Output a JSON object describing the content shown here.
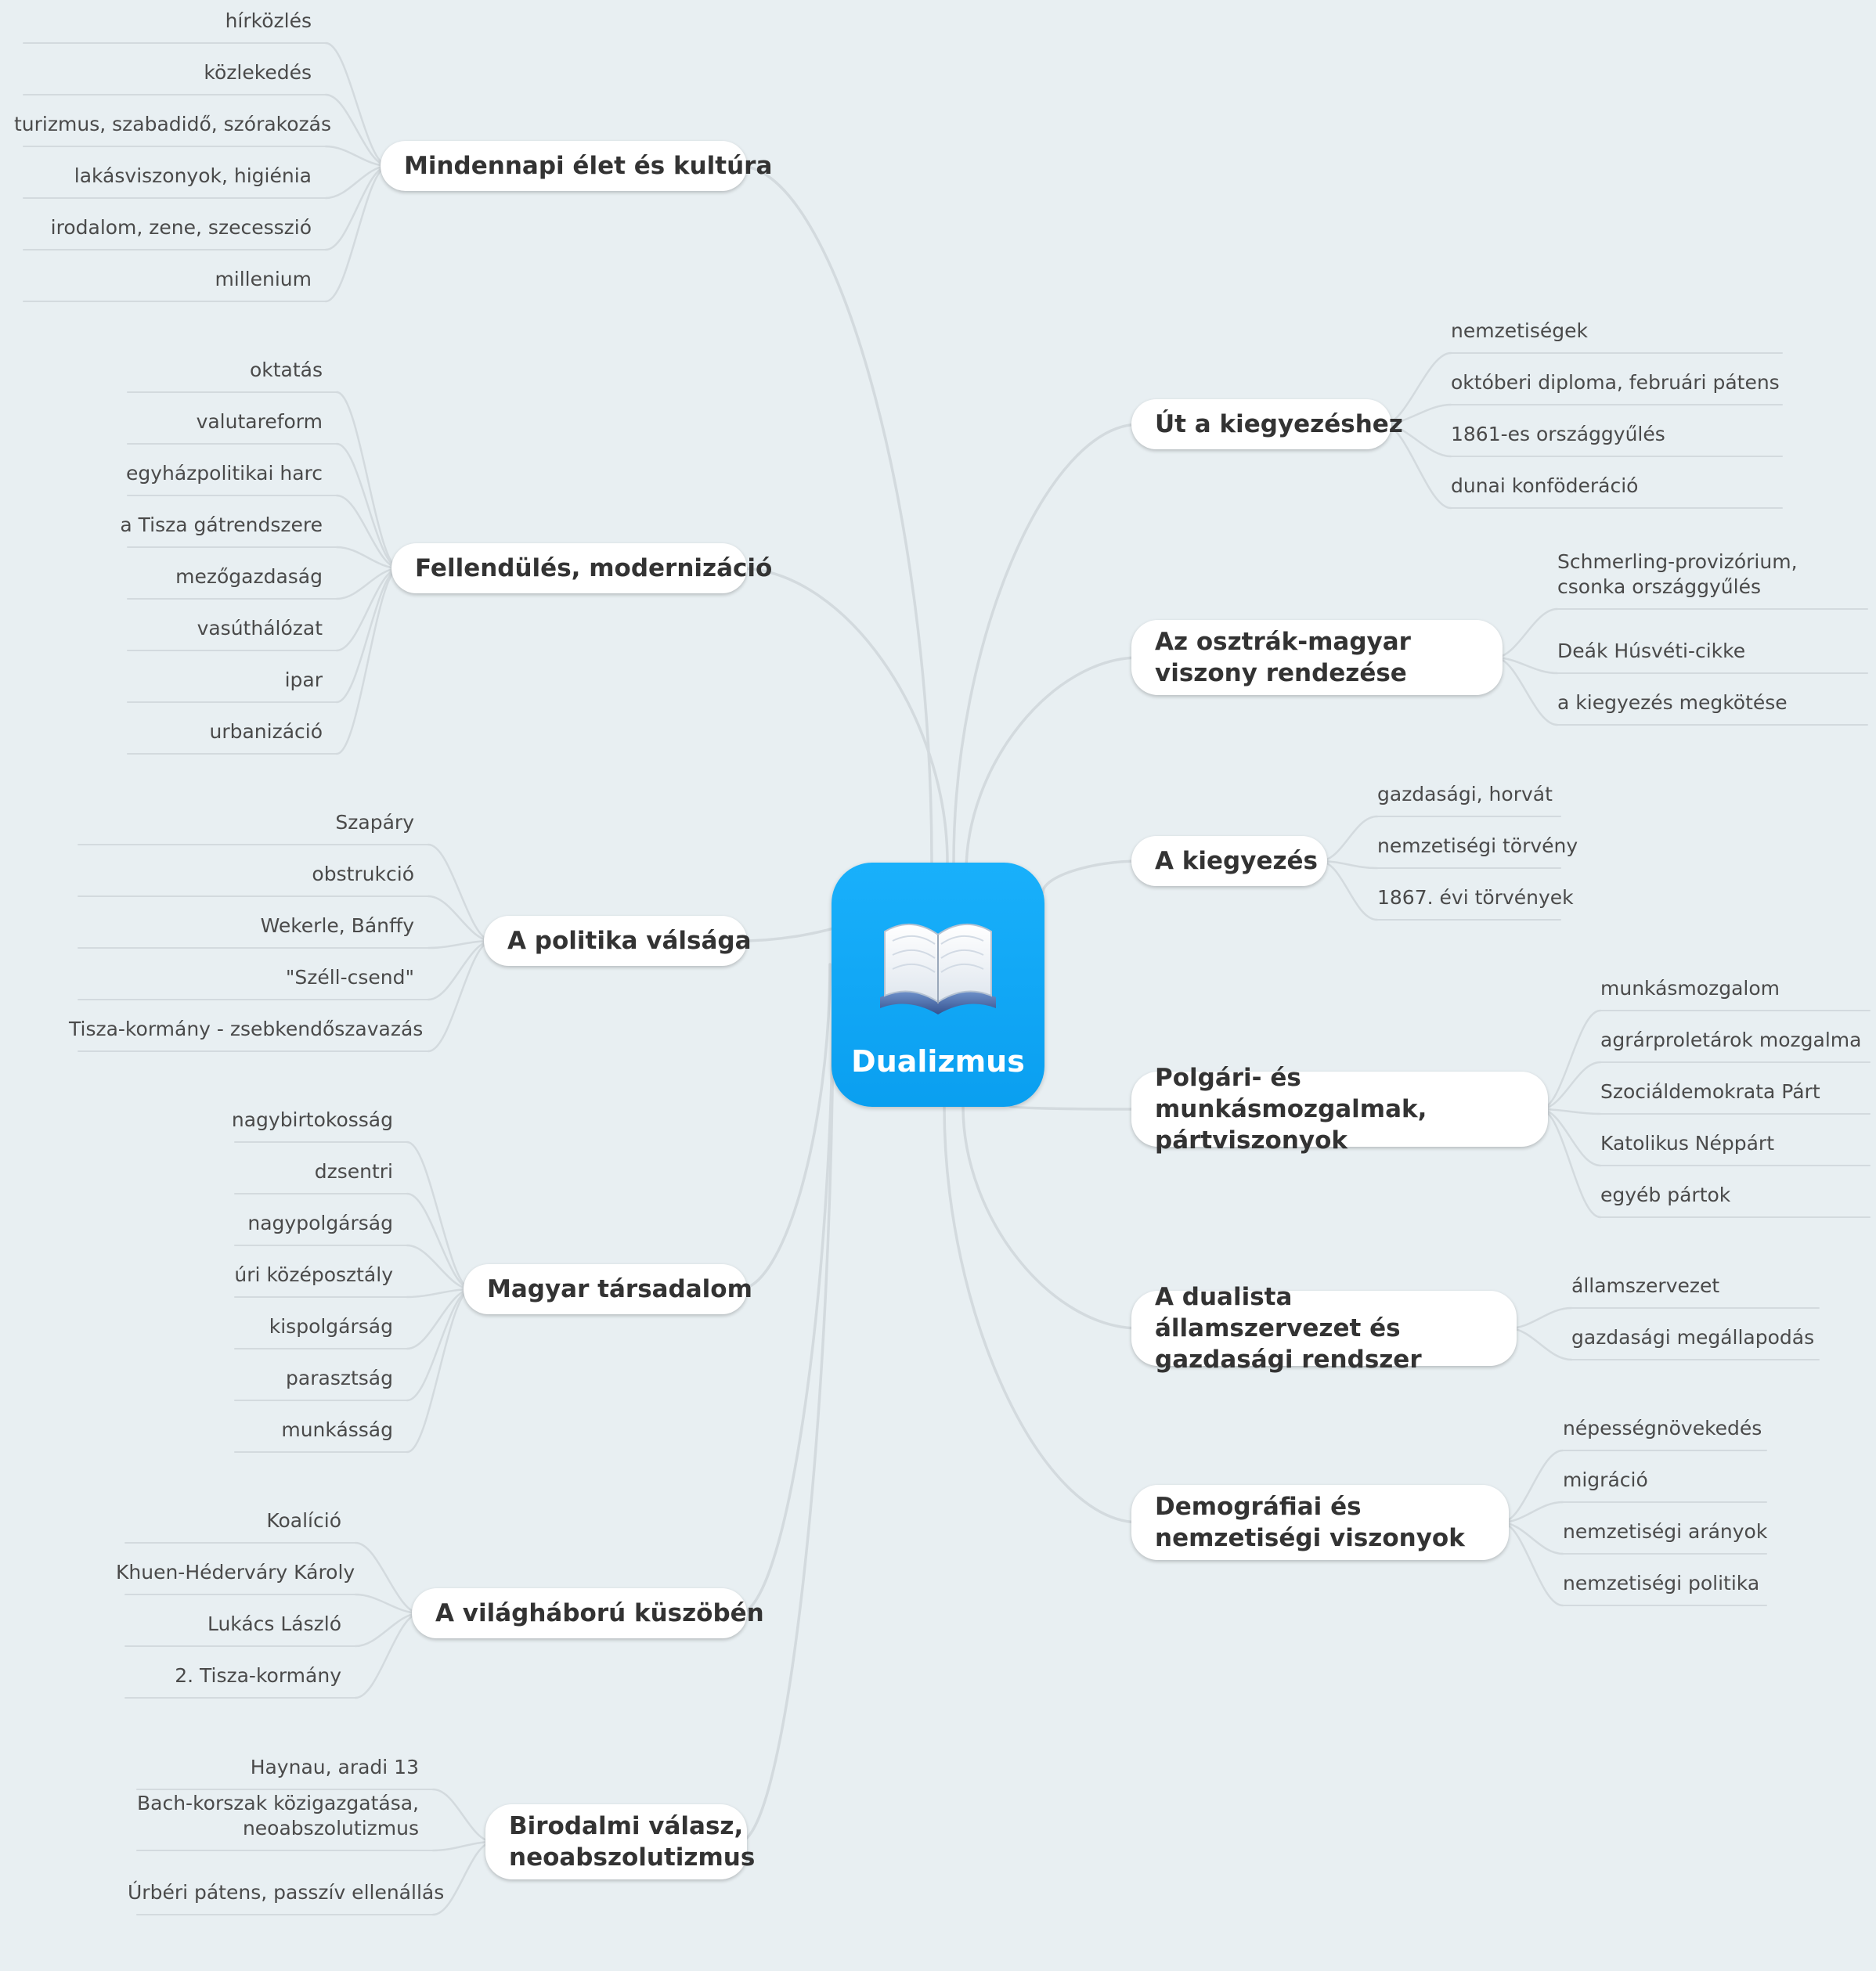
{
  "root": {
    "title": "Dualizmus",
    "icon": "book-icon"
  },
  "colors": {
    "background": "#e8eff2",
    "central": "#0aa6f5",
    "connector": "#d3dade"
  },
  "branches": [
    {
      "label": "Mindennapi élet és kultúra",
      "children": [
        "hírközlés",
        "közlekedés",
        "turizmus, szabadidő, szórakozás",
        "lakásviszonyok, higiénia",
        "irodalom, zene, szecesszió",
        "millenium"
      ]
    },
    {
      "label": "Fellendülés, modernizáció",
      "children": [
        "oktatás",
        "valutareform",
        "egyházpolitikai harc",
        "a Tisza gátrendszere",
        "mezőgazdaság",
        "vasúthálózat",
        "ipar",
        "urbanizáció"
      ]
    },
    {
      "label": "A politika válsága",
      "children": [
        "Szapáry",
        "obstrukció",
        "Wekerle, Bánffy",
        "\"Széll-csend\"",
        "Tisza-kormány - zsebkendőszavazás"
      ]
    },
    {
      "label": "Magyar társadalom",
      "children": [
        "nagybirtokosság",
        "dzsentri",
        "nagypolgárság",
        "úri középosztály",
        "kispolgárság",
        "parasztság",
        "munkásság"
      ]
    },
    {
      "label": "A világháború küszöbén",
      "children": [
        "Koalíció",
        "Khuen-Héderváry Károly",
        "Lukács László",
        "2. Tisza-kormány"
      ]
    },
    {
      "label": "Birodalmi válasz, neoabszolutizmus",
      "children": [
        "Haynau, aradi 13",
        "Bach-korszak közigazgatása, neoabszolutizmus",
        "Úrbéri pátens, passzív ellenállás"
      ]
    },
    {
      "label": "Út a kiegyezéshez",
      "children": [
        "nemzetiségek",
        "októberi diploma, februári pátens",
        "1861-es országgyűlés",
        "dunai konföderáció"
      ]
    },
    {
      "label": "Az osztrák-magyar viszony rendezése",
      "children": [
        "Schmerling-provizórium, csonka országgyűlés",
        "Deák Húsvéti-cikke",
        "a kiegyezés megkötése"
      ]
    },
    {
      "label": "A kiegyezés",
      "children": [
        "gazdasági, horvát",
        "nemzetiségi törvény",
        "1867. évi törvények"
      ]
    },
    {
      "label": "Polgári- és munkásmozgalmak, pártviszonyok",
      "children": [
        "munkásmozgalom",
        "agrárproletárok mozgalma",
        "Szociáldemokrata Párt",
        "Katolikus Néppárt",
        "egyéb pártok"
      ]
    },
    {
      "label": "A dualista államszervezet és gazdasági rendszer",
      "children": [
        "államszervezet",
        "gazdasági megállapodás"
      ]
    },
    {
      "label": "Demográfiai és nemzetiségi viszonyok",
      "children": [
        "népességnövekedés",
        "migráció",
        "nemzetiségi arányok",
        "nemzetiségi politika"
      ]
    }
  ]
}
